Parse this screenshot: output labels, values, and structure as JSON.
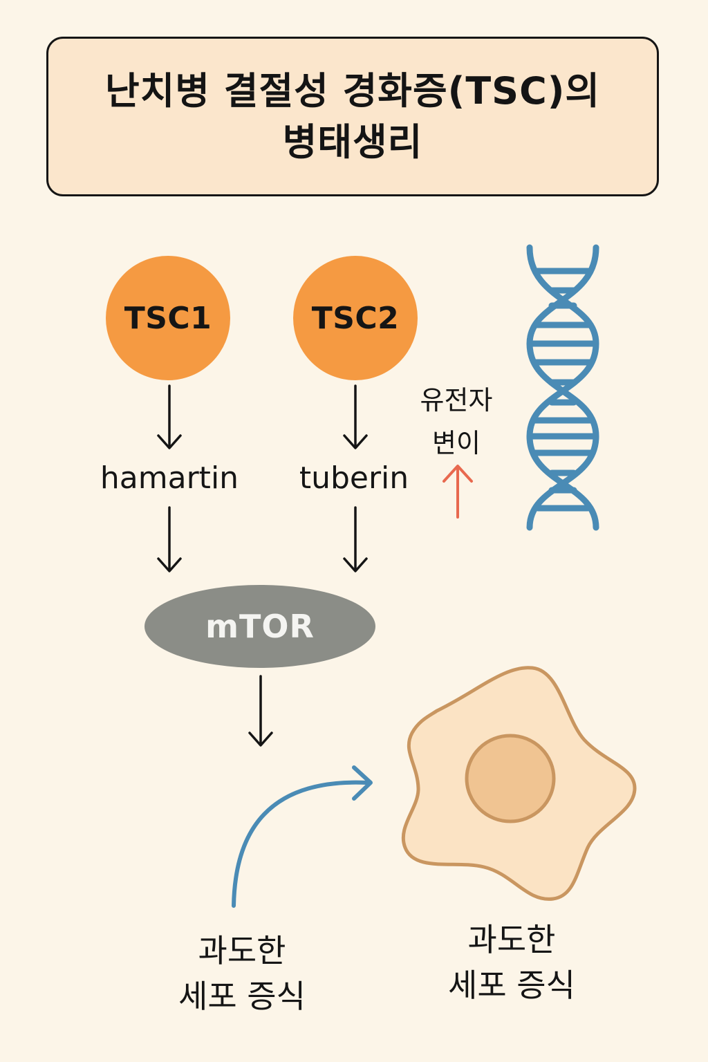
{
  "title": {
    "line1": "난치병 결절성 경화증(TSC)의",
    "line2": "병태생리"
  },
  "genes": {
    "tsc1": "TSC1",
    "tsc2": "TSC2"
  },
  "proteins": {
    "hamartin": "hamartin",
    "tuberin": "tuberin"
  },
  "mtor": "mTOR",
  "mutation": {
    "line1": "유전자",
    "line2": "변이"
  },
  "outcome_left": {
    "line1": "과도한",
    "line2": "세포 증식"
  },
  "outcome_right": {
    "line1": "과도한",
    "line2": "세포 증식"
  },
  "colors": {
    "background": "#fcf5e8",
    "title_box": "#fbe6cc",
    "gene_circle": "#f59a42",
    "mtor": "#8b8d87",
    "dna": "#4a8bb5",
    "mutation_arrow": "#e8694f",
    "curved_arrow": "#4a8bb5",
    "cell_fill": "#fbe3c4",
    "cell_outline": "#c99660",
    "nucleus": "#f0c492"
  },
  "icons": {
    "dna": "dna-helix-icon",
    "cell": "cell-icon"
  }
}
